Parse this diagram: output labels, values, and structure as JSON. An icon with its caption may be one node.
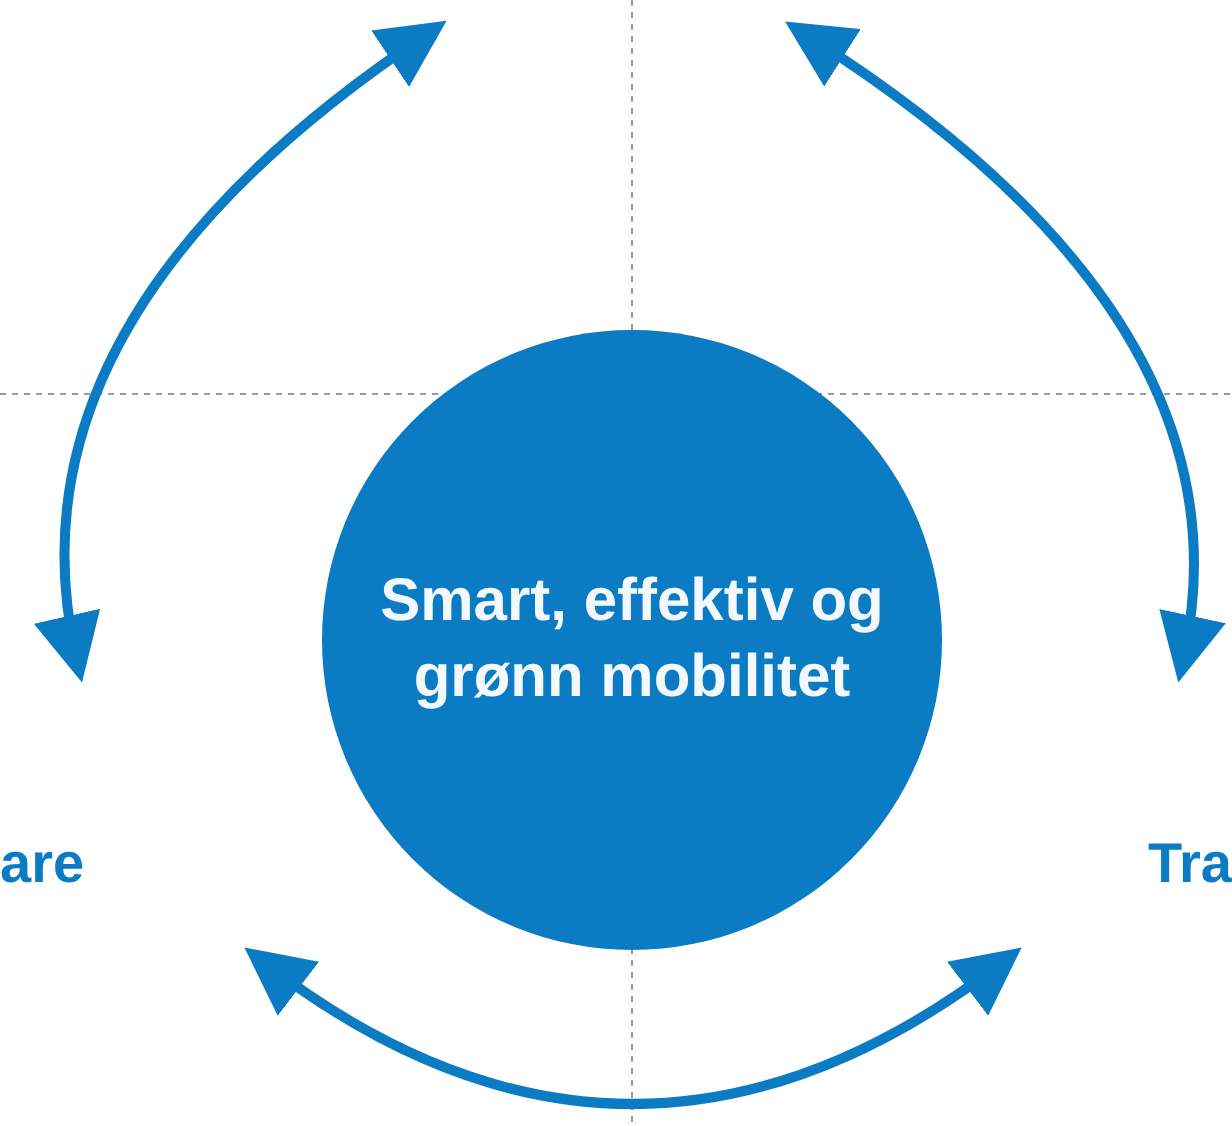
{
  "diagram": {
    "nodes": [
      {
        "text": [
          "Smart, effektiv og grønn mobilitet"
        ]
      }
    ],
    "labels": [
      "are",
      "Tra"
    ]
  }
}
